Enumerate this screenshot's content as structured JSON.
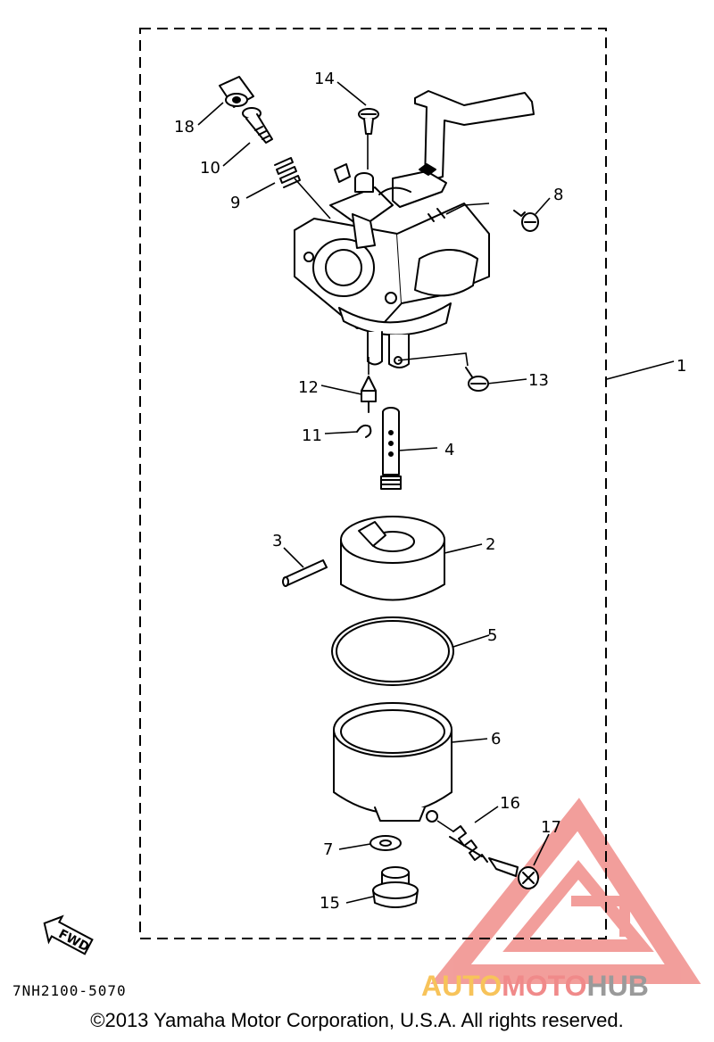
{
  "diagram": {
    "callouts": [
      {
        "id": "18",
        "label": "18"
      },
      {
        "id": "14",
        "label": "14"
      },
      {
        "id": "10",
        "label": "10"
      },
      {
        "id": "9",
        "label": "9"
      },
      {
        "id": "8",
        "label": "8"
      },
      {
        "id": "1",
        "label": "1"
      },
      {
        "id": "12",
        "label": "12"
      },
      {
        "id": "13",
        "label": "13"
      },
      {
        "id": "11",
        "label": "11"
      },
      {
        "id": "4",
        "label": "4"
      },
      {
        "id": "3",
        "label": "3"
      },
      {
        "id": "2",
        "label": "2"
      },
      {
        "id": "5",
        "label": "5"
      },
      {
        "id": "6",
        "label": "6"
      },
      {
        "id": "16",
        "label": "16"
      },
      {
        "id": "17",
        "label": "17"
      },
      {
        "id": "7",
        "label": "7"
      },
      {
        "id": "15",
        "label": "15"
      }
    ],
    "fwd_label": "FWD",
    "part_number": "7NH2100-5070"
  },
  "watermark": {
    "auto": "AUTO",
    "moto": "MOTO",
    "hub": "HUB",
    "colors": {
      "auto": "#f7c35a",
      "moto": "#f08a8a",
      "hub": "#9a9a9a",
      "logo": "#e8504a"
    }
  },
  "footer": {
    "copyright": "©2013 Yamaha Motor Corporation, U.S.A. All rights reserved."
  }
}
